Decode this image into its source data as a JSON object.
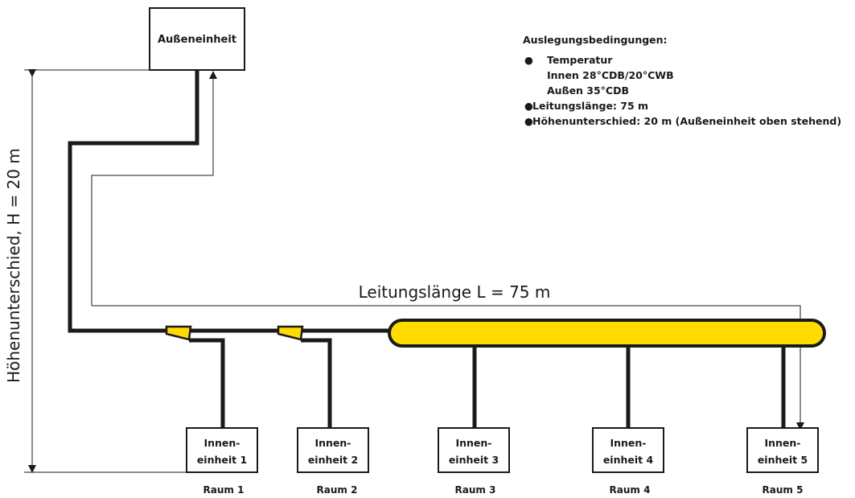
{
  "outdoor_unit": {
    "label": "Außeneinheit"
  },
  "indoor_units": [
    {
      "line1": "Innen-",
      "line2": "einheit 1",
      "room": "Raum 1"
    },
    {
      "line1": "Innen-",
      "line2": "einheit 2",
      "room": "Raum 2"
    },
    {
      "line1": "Innen-",
      "line2": "einheit 3",
      "room": "Raum 3"
    },
    {
      "line1": "Innen-",
      "line2": "einheit 4",
      "room": "Raum 4"
    },
    {
      "line1": "Innen-",
      "line2": "einheit 5",
      "room": "Raum 5"
    }
  ],
  "height_label": "Höhenunterschied, H = 20 m",
  "length_label": "Leitungslänge L = 75 m",
  "conditions": {
    "title": "Auslegungsbedingungen:",
    "temperature_label": "Temperatur",
    "indoor": "Innen 28°CDB/20°CWB",
    "outdoor": "Außen 35°CDB",
    "pipe_length": "Leitungslänge: 75 m",
    "height_diff": "Höhenunterschied: 20 m (Außeneinheit oben stehend)"
  },
  "colors": {
    "header_pipe": "#FFDB00",
    "pipe": "#1a1a1a",
    "accent_outline": "#1a1a1a"
  }
}
